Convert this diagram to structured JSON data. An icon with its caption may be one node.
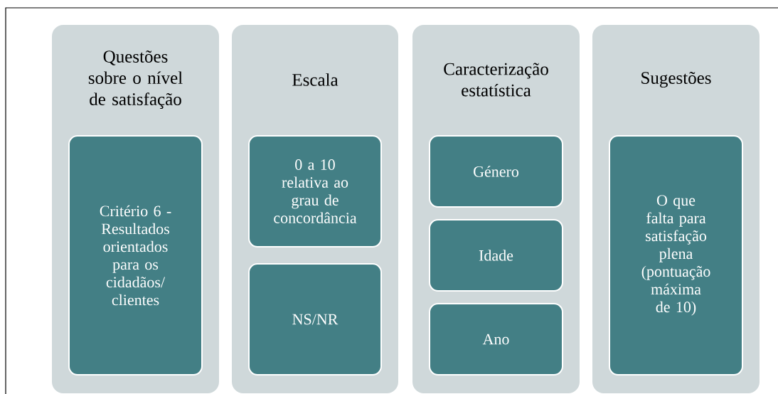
{
  "diagram": {
    "nodes": [
      {
        "text": [
          "Questões sobre o nível de satisfação"
        ]
      },
      {
        "text": [
          "Critério 6 - Resultados orientados para os cidadãos/ clientes"
        ],
        "in": 0
      },
      {
        "text": [
          "Escala"
        ]
      },
      {
        "text": [
          "0 a 10 relativa ao grau de concordância"
        ],
        "in": 2
      },
      {
        "text": [
          "NS/NR"
        ],
        "in": 2
      },
      {
        "text": [
          "Caracterização estatística"
        ]
      },
      {
        "text": [
          "Género"
        ],
        "in": 5
      },
      {
        "text": [
          "Idade"
        ],
        "in": 5
      },
      {
        "text": [
          "Ano"
        ],
        "in": 5
      },
      {
        "text": [
          "Sugestões"
        ]
      },
      {
        "text": [
          "O que falta para satisfação plena (pontuação máxima de 10)"
        ],
        "in": 9
      }
    ]
  }
}
